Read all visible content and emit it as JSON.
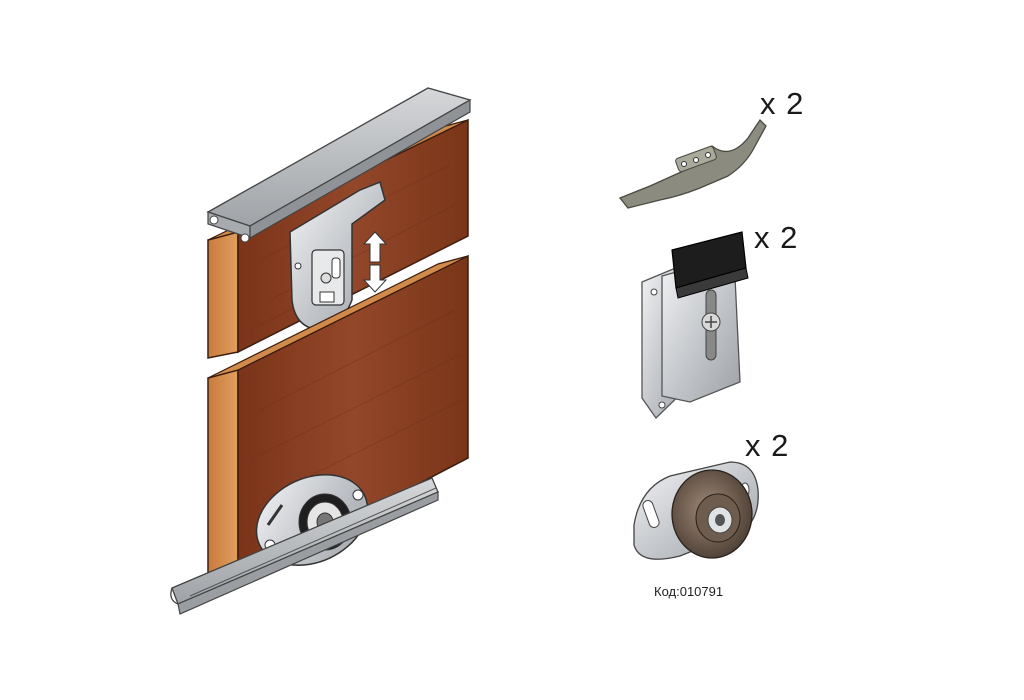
{
  "parts": [
    {
      "name": "guide-bracket",
      "quantity": "x 2"
    },
    {
      "name": "top-hanger",
      "quantity": "x 2"
    },
    {
      "name": "bottom-roller",
      "quantity": "x 2"
    }
  ],
  "product_code": "Код:010791",
  "colors": {
    "wood": "#8a3f22",
    "wood_edge": "#d7904e",
    "rail": "#b9bcbf",
    "metal": "#c9ccd0",
    "plastic": "#1d1d1d",
    "bracket": "#8b8c7f"
  }
}
